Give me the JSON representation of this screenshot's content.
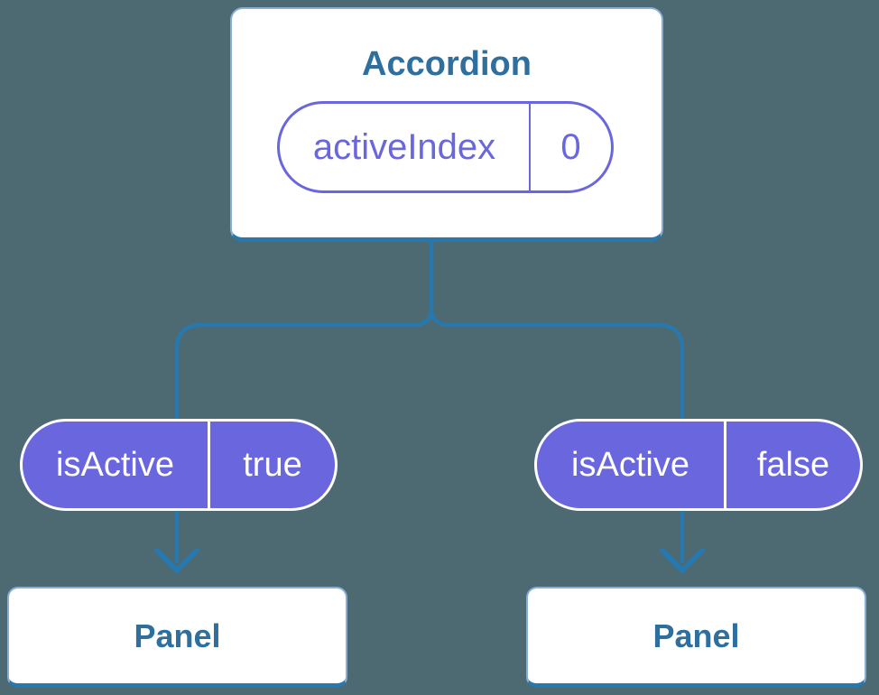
{
  "colors": {
    "background": "#4d6972",
    "connector": "#2878ad",
    "accent": "#6a67de",
    "node_title": "#2e6f9e",
    "card_border": "#86afd2"
  },
  "tree": {
    "root": {
      "title": "Accordion",
      "state": {
        "name": "activeIndex",
        "value": "0"
      }
    },
    "children": [
      {
        "prop": {
          "name": "isActive",
          "value": "true"
        },
        "panel": {
          "title": "Panel"
        }
      },
      {
        "prop": {
          "name": "isActive",
          "value": "false"
        },
        "panel": {
          "title": "Panel"
        }
      }
    ]
  }
}
